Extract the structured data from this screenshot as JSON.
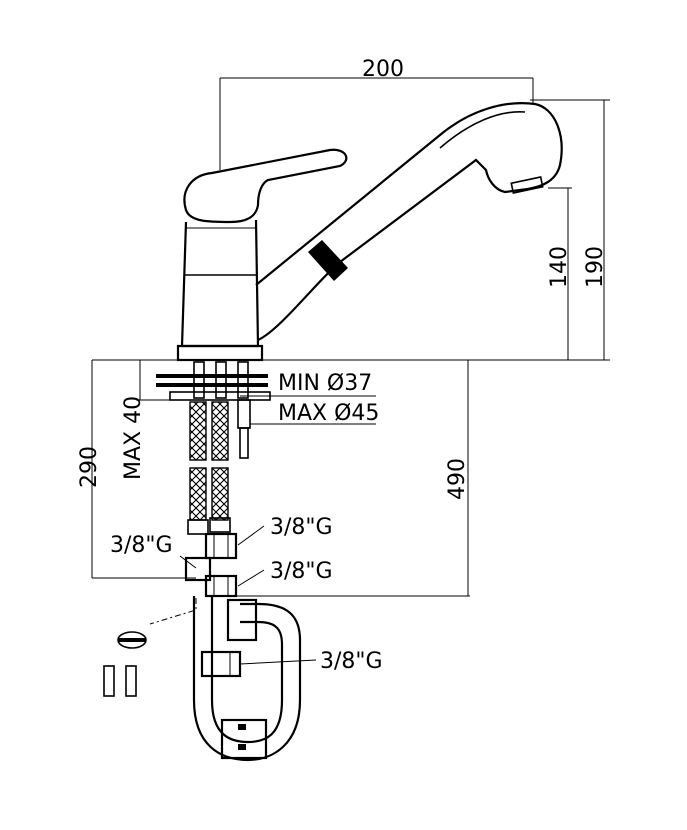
{
  "dimensions": {
    "width_top": "200",
    "height_140": "140",
    "height_190": "190",
    "min_hole": "MIN Ø37",
    "max_hole": "MAX Ø45",
    "max_40": "MAX 40",
    "height_290": "290",
    "height_490": "490"
  },
  "fittings": {
    "thread_1": "3/8\"G",
    "thread_2": "3/8\"G",
    "thread_3": "3/8\"G",
    "thread_4": "3/8\"G"
  },
  "colors": {
    "line": "#000000",
    "background": "#ffffff"
  }
}
